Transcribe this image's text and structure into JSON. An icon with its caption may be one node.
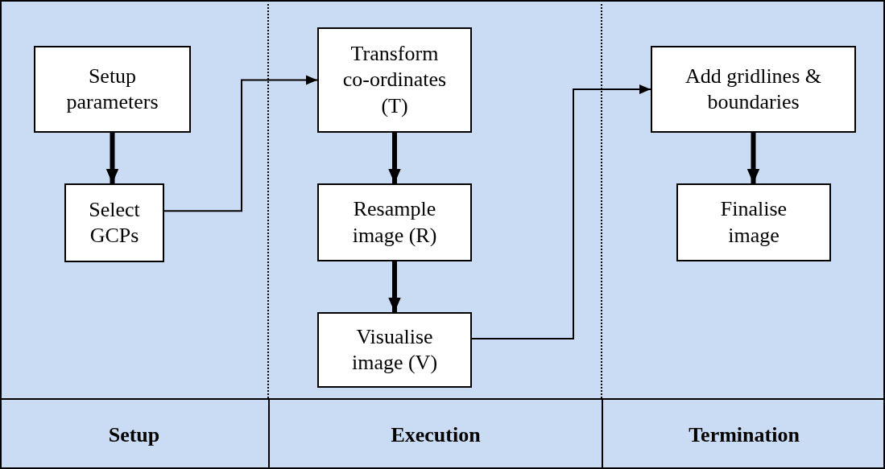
{
  "diagram": {
    "nodes": [
      {
        "text": [
          "Setup"
        ]
      },
      {
        "text": [
          "Setup parameters"
        ],
        "in": 0
      },
      {
        "text": [
          "Select GCPs"
        ],
        "in": 0
      },
      {
        "text": [
          "Execution"
        ]
      },
      {
        "text": [
          "Transform co-ordinates (T)"
        ],
        "in": 3
      },
      {
        "text": [
          "Resample image (R)"
        ],
        "in": 3
      },
      {
        "text": [
          "Visualise image (V)"
        ],
        "in": 3
      },
      {
        "text": [
          "Termination"
        ]
      },
      {
        "text": [
          "Add gridlines & boundaries"
        ],
        "in": 7
      },
      {
        "text": [
          "Finalise image"
        ],
        "in": 7
      }
    ],
    "edges": [
      {
        "from": 1,
        "to": 2,
        "arrow": "to"
      },
      {
        "from": 2,
        "to": 4,
        "arrow": "to"
      },
      {
        "from": 4,
        "to": 5,
        "arrow": "to"
      },
      {
        "from": 5,
        "to": 6,
        "arrow": "to"
      },
      {
        "from": 6,
        "to": 8,
        "arrow": "to"
      },
      {
        "from": 8,
        "to": 9,
        "arrow": "to"
      }
    ]
  }
}
